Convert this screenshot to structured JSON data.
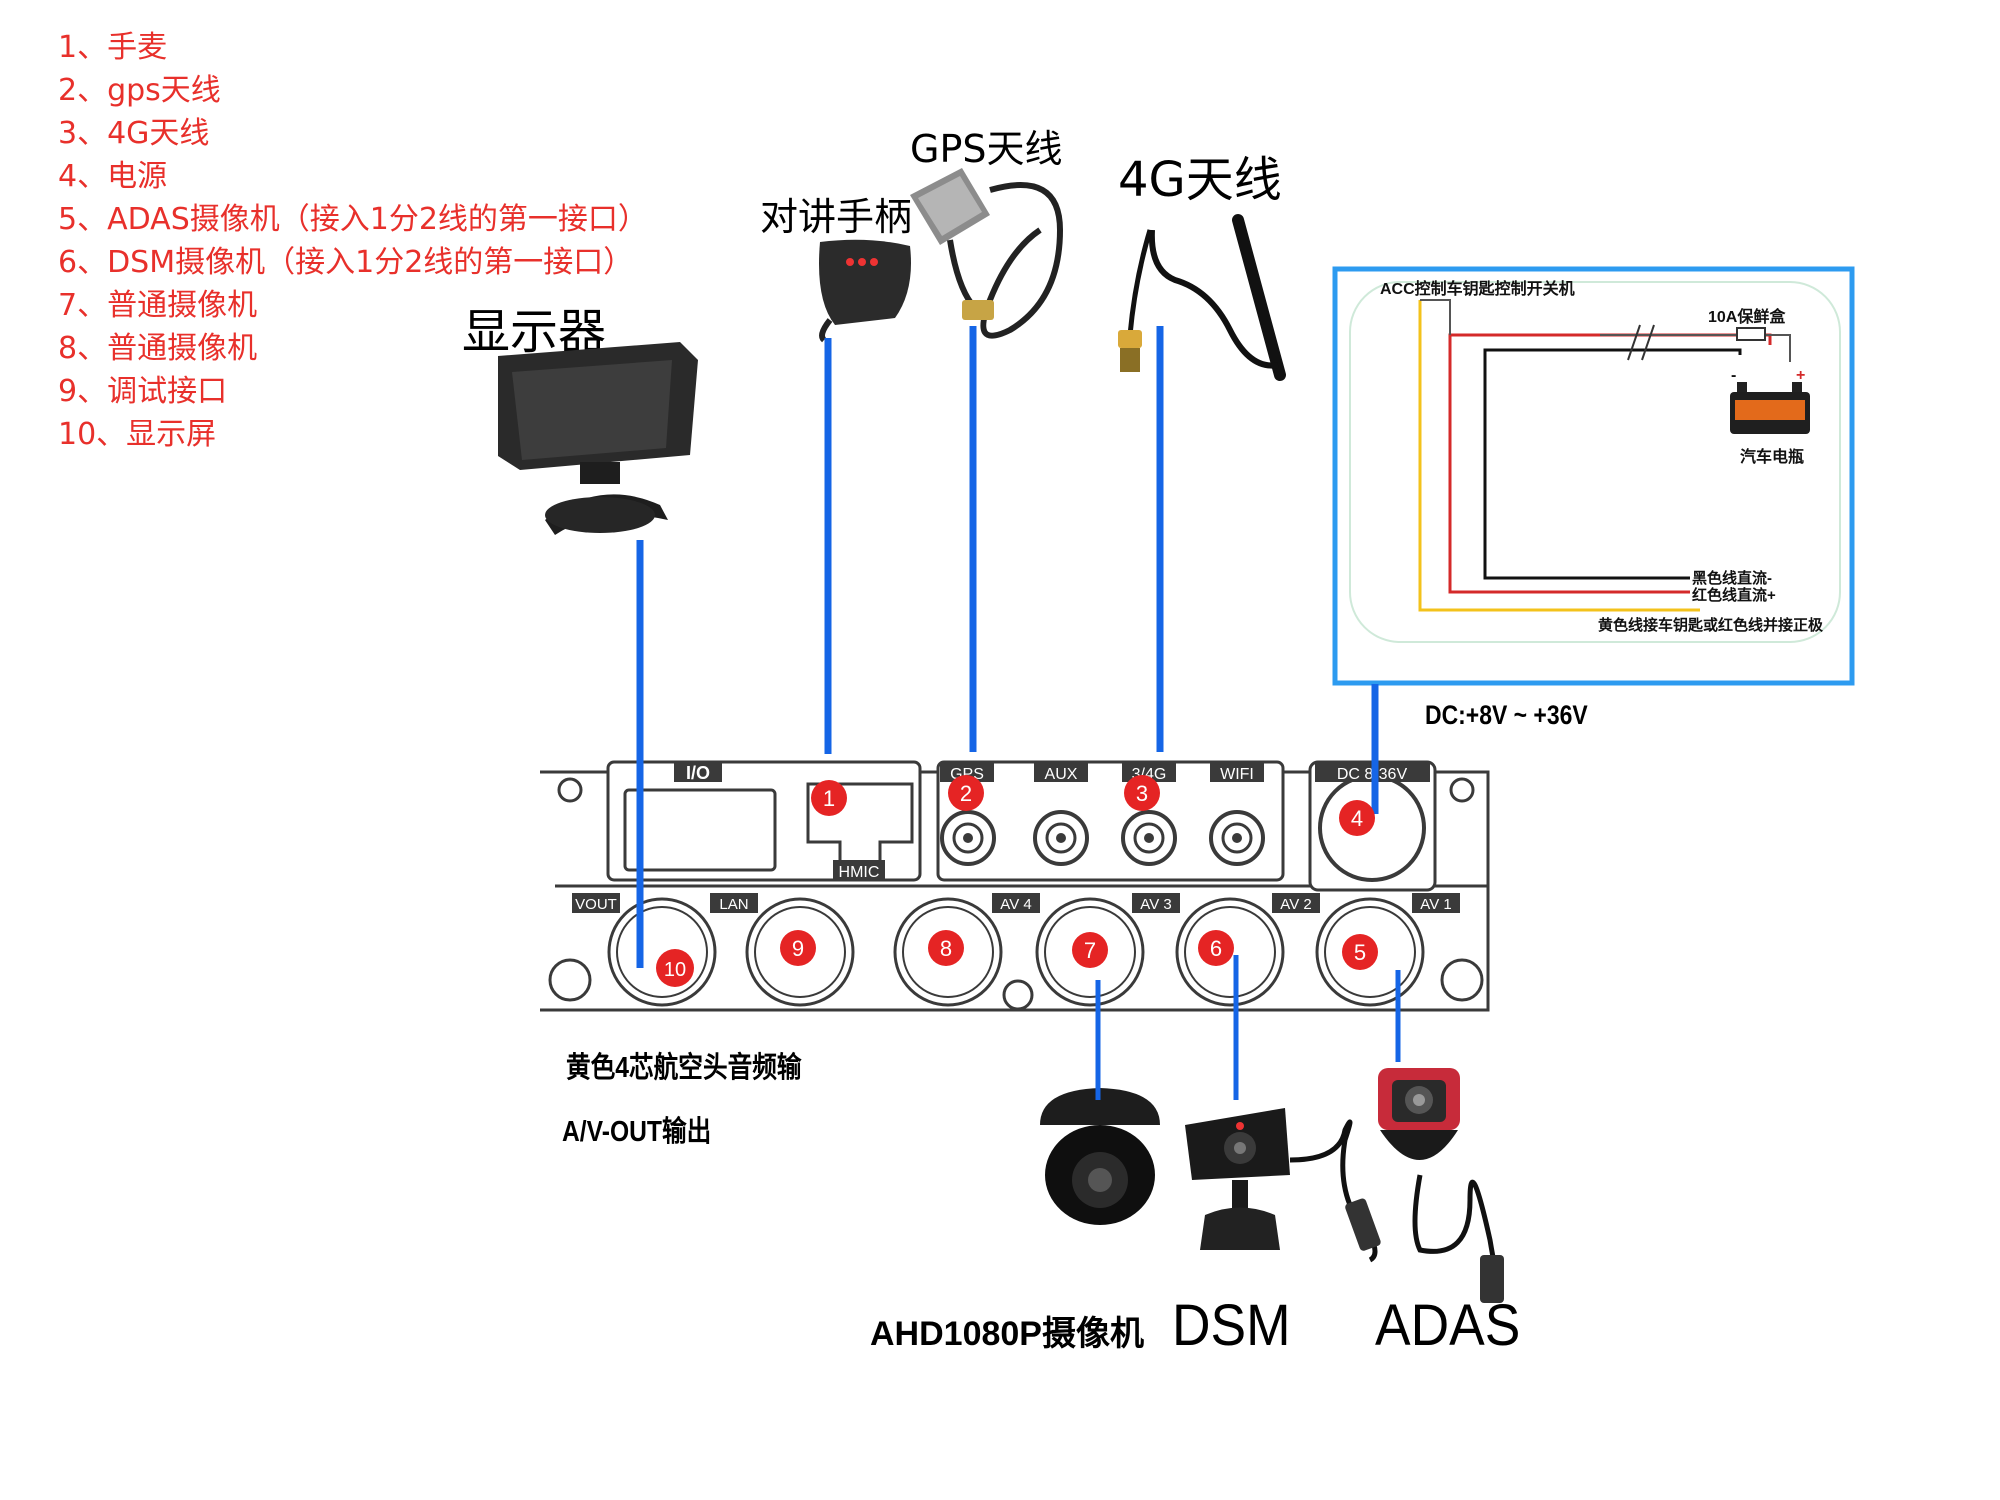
{
  "legend": [
    "1、手麦",
    "2、gps天线",
    "3、4G天线",
    "4、电源",
    "5、ADAS摄像机（接入1分2线的第一接口）",
    "6、DSM摄像机（接入1分2线的第一接口）",
    "7、普通摄像机",
    "8、普通摄像机",
    "9、调试接口",
    "10、显示屏"
  ],
  "devices": {
    "display": "显示器",
    "handset": "对讲手柄",
    "gps_antenna": "GPS天线",
    "lte_antenna": "4G天线",
    "ahd_camera": "AHD1080P摄像机",
    "dsm_camera": "DSM",
    "adas_camera": "ADAS"
  },
  "wiring": {
    "title": "ACC控制车钥匙控制开关机",
    "fuse": "10A保鲜盒",
    "battery": "汽车电瓶",
    "black_wire": "黑色线直流-",
    "red_wire": "红色线直流+",
    "yellow_wire": "黄色线接车钥匙或红色线并接正极",
    "minus": "-",
    "plus": "+"
  },
  "power_spec": "DC:+8V ~ +36V",
  "av_out": {
    "line1": "黄色4芯航空头音频输",
    "line2": "A/V-OUT输出"
  },
  "panel": {
    "top_labels": [
      "I/O",
      "GPS",
      "AUX",
      "3/4G",
      "WIFI",
      "DC 8-36V"
    ],
    "hmic": "HMIC",
    "bottom_labels": [
      "VOUT",
      "LAN",
      "AV 4",
      "AV 3",
      "AV 2",
      "AV 1"
    ],
    "badges": [
      "1",
      "2",
      "3",
      "4",
      "5",
      "6",
      "7",
      "8",
      "9",
      "10"
    ]
  },
  "colors": {
    "cable": "#1565e6",
    "badge": "#e52424",
    "legend_text": "#e8302b",
    "frame": "#2d9bf0"
  }
}
